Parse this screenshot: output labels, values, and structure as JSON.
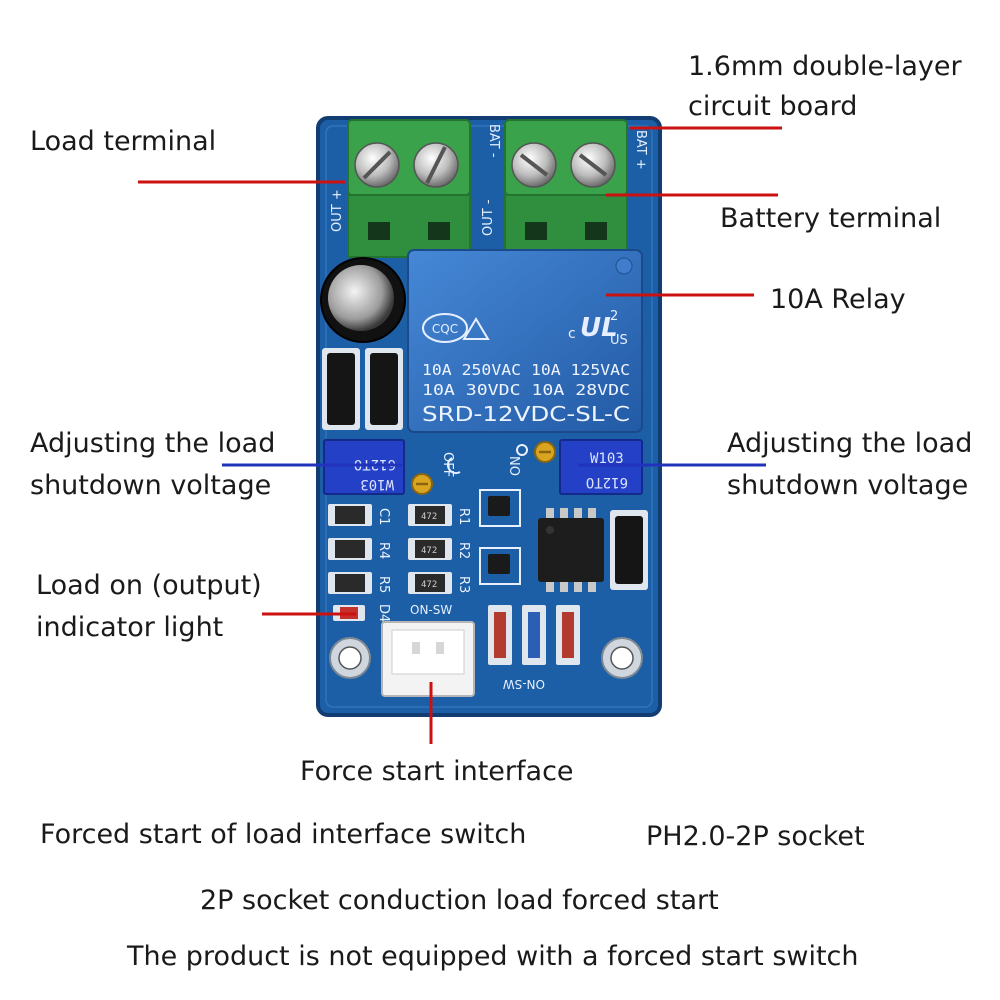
{
  "labels": {
    "board_thickness_line1": "1.6mm double-layer",
    "board_thickness_line2": "circuit board",
    "load_terminal": "Load terminal",
    "battery_terminal": "Battery terminal",
    "relay": "10A Relay",
    "adjust_left_line1": "Adjusting the load",
    "adjust_left_line2": "shutdown voltage",
    "adjust_right_line1": "Adjusting the load",
    "adjust_right_line2": "shutdown voltage",
    "indicator_line1": "Load on (output)",
    "indicator_line2": "indicator light",
    "force_start_interface": "Force start interface",
    "forced_start_switch": "Forced start of load interface switch",
    "socket": "PH2.0-2P socket",
    "conduction": "2P socket conduction load forced start",
    "disclaimer": "The product is not equipped with a forced start switch"
  },
  "silkscreen": {
    "out_plus": "OUT +",
    "out_minus": "OUT -",
    "bat_minus": "BAT -",
    "bat_plus": "BAT +",
    "off": "OFF",
    "on": "ON",
    "on_sw_top": "ON-SW",
    "on_sw_bottom": "ON-SW",
    "c1": "C1",
    "r1": "R1",
    "r2": "R2",
    "r3": "R3",
    "r4": "R4",
    "r5": "R5",
    "d4": "D4",
    "pot_left_top": "612TO",
    "pot_left_bottom": "W103",
    "pot_right_top": "W103",
    "pot_right_bottom": "612TO",
    "smd_code": "472"
  },
  "relay_markings": {
    "cqc": "CQC",
    "ul_c": "c",
    "ul_us": "US",
    "ul_num": "2",
    "ratings_row1": "10A 250VAC  10A 125VAC",
    "ratings_row2": "10A  30VDC  10A  28VDC",
    "model": "SRD-12VDC-SL-C"
  },
  "colors": {
    "board": "#1c5fa6",
    "board_edge": "#113d73",
    "terminal_green": "#3aa24a",
    "relay_blue": "#2e6fc0",
    "leader_red": "#cc1111",
    "leader_blue": "#2233bb"
  }
}
